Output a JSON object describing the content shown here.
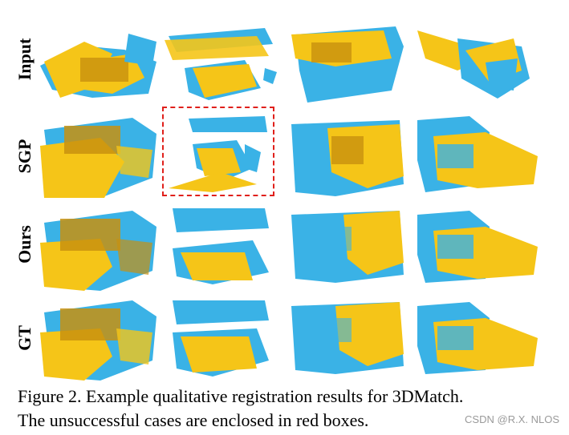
{
  "row_labels": {
    "input": "Input",
    "sgp": "SGP",
    "ours": "Ours",
    "gt": "GT"
  },
  "caption": {
    "line1": "Figure 2.  Example qualitative registration results for 3DMatch.",
    "line2": "The unsuccessful cases are enclosed in red boxes."
  },
  "watermark": "CSDN @R.X. NLOS",
  "colors": {
    "source": "#f5c518",
    "target": "#3ab2e6",
    "overlap": "#c8900f",
    "failure_box": "#e0201b"
  },
  "failure_box_case": {
    "row": "SGP",
    "column": 2
  }
}
